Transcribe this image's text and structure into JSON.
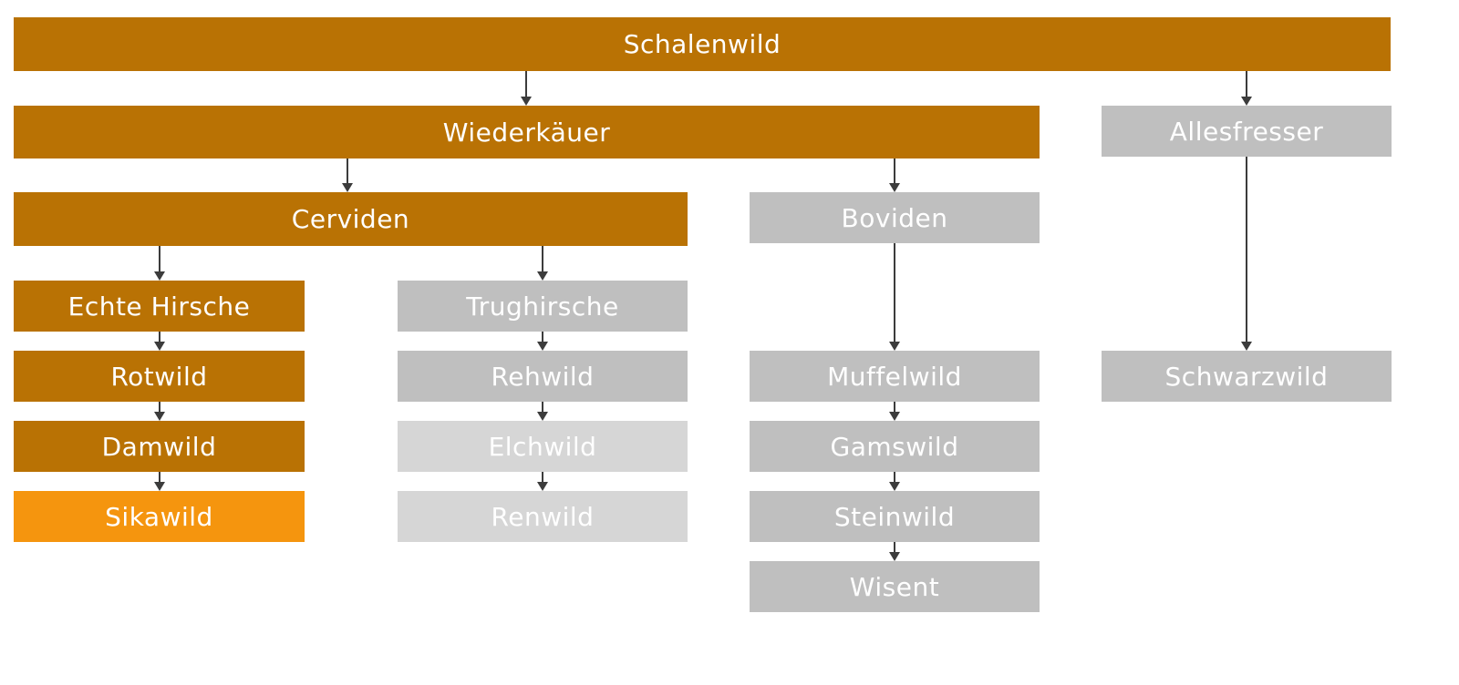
{
  "colors": {
    "dark": "#b97204",
    "bright": "#f5950e",
    "gray": "#bfbfbf",
    "light": "#d6d6d6",
    "arrow": "#3c3c3c",
    "text": "#ffffff"
  },
  "nodes": {
    "schalenwild": {
      "label": "Schalenwild",
      "tone": "dark"
    },
    "wiederkaeuer": {
      "label": "Wiederkäuer",
      "tone": "dark"
    },
    "allesfresser": {
      "label": "Allesfresser",
      "tone": "gray"
    },
    "cerviden": {
      "label": "Cerviden",
      "tone": "dark"
    },
    "boviden": {
      "label": "Boviden",
      "tone": "gray"
    },
    "echte_hirsche": {
      "label": "Echte Hirsche",
      "tone": "dark"
    },
    "trughirsche": {
      "label": "Trughirsche",
      "tone": "gray"
    },
    "rotwild": {
      "label": "Rotwild",
      "tone": "dark"
    },
    "damwild": {
      "label": "Damwild",
      "tone": "dark"
    },
    "sikawild": {
      "label": "Sikawild",
      "tone": "bright"
    },
    "rehwild": {
      "label": "Rehwild",
      "tone": "gray"
    },
    "elchwild": {
      "label": "Elchwild",
      "tone": "light"
    },
    "renwild": {
      "label": "Renwild",
      "tone": "light"
    },
    "muffelwild": {
      "label": "Muffelwild",
      "tone": "gray"
    },
    "gamswild": {
      "label": "Gamswild",
      "tone": "gray"
    },
    "steinwild": {
      "label": "Steinwild",
      "tone": "gray"
    },
    "wisent": {
      "label": "Wisent",
      "tone": "gray"
    },
    "schwarzwild": {
      "label": "Schwarzwild",
      "tone": "gray"
    }
  },
  "edges": [
    [
      "schalenwild",
      "wiederkaeuer"
    ],
    [
      "schalenwild",
      "allesfresser"
    ],
    [
      "wiederkaeuer",
      "cerviden"
    ],
    [
      "wiederkaeuer",
      "boviden"
    ],
    [
      "cerviden",
      "echte_hirsche"
    ],
    [
      "cerviden",
      "trughirsche"
    ],
    [
      "echte_hirsche",
      "rotwild"
    ],
    [
      "rotwild",
      "damwild"
    ],
    [
      "damwild",
      "sikawild"
    ],
    [
      "trughirsche",
      "rehwild"
    ],
    [
      "rehwild",
      "elchwild"
    ],
    [
      "elchwild",
      "renwild"
    ],
    [
      "boviden",
      "muffelwild"
    ],
    [
      "muffelwild",
      "gamswild"
    ],
    [
      "gamswild",
      "steinwild"
    ],
    [
      "steinwild",
      "wisent"
    ],
    [
      "allesfresser",
      "schwarzwild"
    ]
  ]
}
